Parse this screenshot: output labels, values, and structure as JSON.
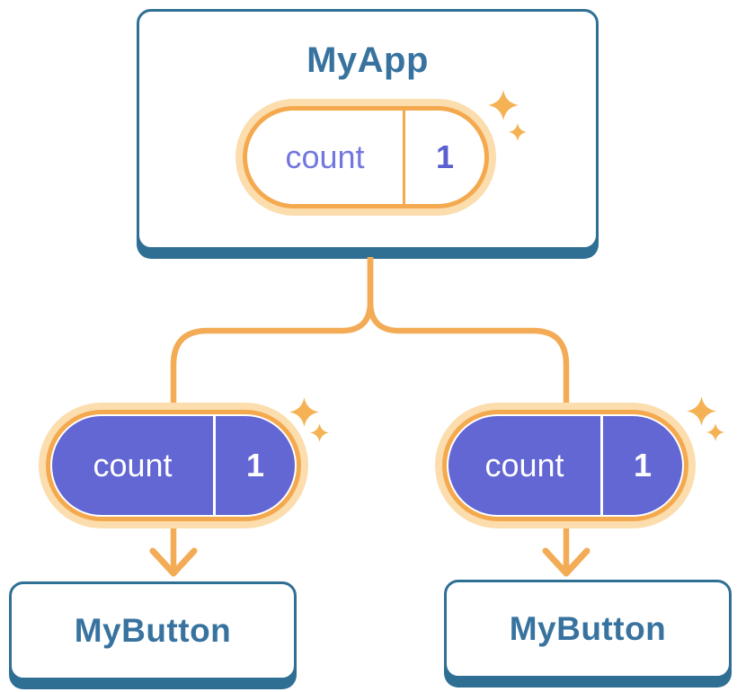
{
  "tree": {
    "root": {
      "label": "MyApp",
      "pill": {
        "name": "count",
        "value": "1"
      }
    },
    "children": [
      {
        "label": "MyButton",
        "pill": {
          "name": "count",
          "value": "1"
        }
      },
      {
        "label": "MyButton",
        "pill": {
          "name": "count",
          "value": "1"
        }
      }
    ]
  },
  "colors": {
    "node_border_blue": "#2f6f94",
    "node_text_blue": "#38739f",
    "pill_ring_orange": "#f4a94e",
    "pill_halo_orange": "#fbddae",
    "connector_orange": "#f3ab55",
    "sparkle_orange": "#f5b254",
    "pill_fill_purple": "#6267d3",
    "pill_text_purple": "#7277de",
    "pill_value_purple": "#5a60cf",
    "white": "#ffffff"
  }
}
